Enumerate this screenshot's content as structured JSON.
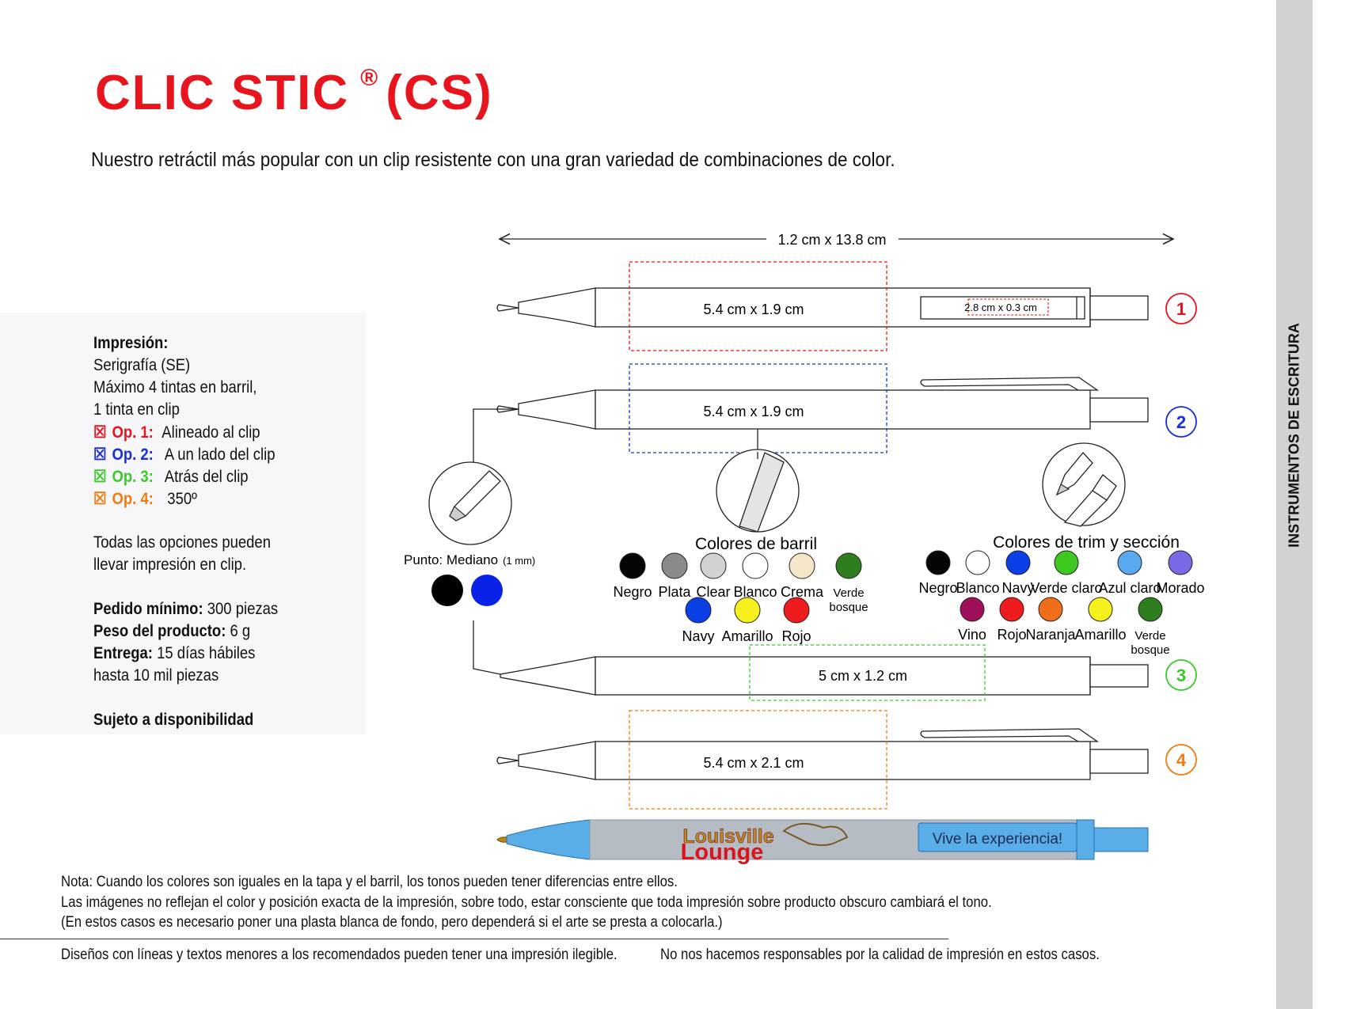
{
  "header": {
    "title_main": "CLIC STIC",
    "title_reg": "®",
    "title_code": "(CS)",
    "subtitle": "Nuestro retráctil más popular con un clip resistente con una gran variedad de combinaciones de color."
  },
  "sidebar_label": "INSTRUMENTOS DE ESCRITURA",
  "info": {
    "impresion_label": "Impresión:",
    "method": "Serigrafía (SE)",
    "max_inks": "Máximo 4 tintas en barril,",
    "clip_ink": "1 tinta en clip",
    "box_glyph": "☒",
    "options": [
      {
        "label": "Op. 1:",
        "text": "Alineado al clip",
        "color": "#e8141e"
      },
      {
        "label": "Op. 2:",
        "text": "A un lado del clip",
        "color": "#1a2fd6"
      },
      {
        "label": "Op. 3:",
        "text": "Atrás del clip",
        "color": "#3cc92a"
      },
      {
        "label": "Op. 4:",
        "text": "350º",
        "color": "#f07c14"
      }
    ],
    "all_options_1": "Todas las opciones pueden",
    "all_options_2": "llevar impresión en clip.",
    "min_order_label": "Pedido mínimo:",
    "min_order_value": "300 piezas",
    "weight_label": "Peso del producto:",
    "weight_value": "6 g",
    "delivery_label": "Entrega:",
    "delivery_value": "15 días hábiles",
    "delivery_cont": "hasta 10 mil piezas",
    "availability": "Sujeto a disponibilidad"
  },
  "diagram": {
    "overall_size": "1.2 cm x 13.8 cm",
    "pens": [
      {
        "number": "1",
        "area": "5.4 cm x 1.9 cm",
        "clip_area": "2.8 cm x 0.3 cm",
        "color": "#e8141e"
      },
      {
        "number": "2",
        "area": "5.4 cm x 1.9 cm",
        "color": "#1a2fd6"
      },
      {
        "number": "3",
        "area": "5 cm x 1.2 cm",
        "color": "#3cc92a"
      },
      {
        "number": "4",
        "area": "5.4 cm x 2.1 cm",
        "color": "#f07c14"
      }
    ],
    "point": {
      "label": "Punto: Mediano",
      "size": "(1 mm)",
      "inks": [
        {
          "color": "#000000"
        },
        {
          "color": "#0a22e6"
        }
      ]
    },
    "barrel": {
      "title": "Colores de barril",
      "colors": [
        {
          "name": "Negro",
          "color": "#050505"
        },
        {
          "name": "Plata",
          "color": "#8a8a8a"
        },
        {
          "name": "Clear",
          "color": "#d2d2d2"
        },
        {
          "name": "Blanco",
          "color": "#ffffff"
        },
        {
          "name": "Crema",
          "color": "#f5e6c8"
        },
        {
          "name": "Verde bosque",
          "color": "#2e7d1e"
        },
        {
          "name": "Navy",
          "color": "#0a40e6"
        },
        {
          "name": "Amarillo",
          "color": "#f5f01e"
        },
        {
          "name": "Rojo",
          "color": "#ee1c1c"
        }
      ]
    },
    "trim": {
      "title": "Colores de trim y sección",
      "colors": [
        {
          "name": "Negro",
          "color": "#050505"
        },
        {
          "name": "Blanco",
          "color": "#ffffff"
        },
        {
          "name": "Navy",
          "color": "#0a40e6"
        },
        {
          "name": "Verde claro",
          "color": "#3cc81e"
        },
        {
          "name": "Azul claro",
          "color": "#5aa8ee"
        },
        {
          "name": "Morado",
          "color": "#7a6ae6"
        },
        {
          "name": "Vino",
          "color": "#a0105a"
        },
        {
          "name": "Rojo",
          "color": "#ee1c1c"
        },
        {
          "name": "Naranja",
          "color": "#f06e1a"
        },
        {
          "name": "Amarillo",
          "color": "#f5f01e"
        },
        {
          "name": "Verde bosque",
          "color": "#2e7d1e"
        }
      ]
    },
    "sample_pen": {
      "brand_line1": "Louisville",
      "brand_line2": "Lounge",
      "slogan": "Vive la experiencia!",
      "body_color": "#5aaee8",
      "barrel_color": "#b6bcc3"
    }
  },
  "notes": {
    "line1": "Nota: Cuando los colores son iguales en la tapa y el barril, los tonos pueden tener diferencias entre ellos.",
    "line2": "Las imágenes no reflejan el color y posición exacta de la impresión, sobre todo, estar consciente que toda impresión sobre producto obscuro cambiará el tono.",
    "line3": "(En estos casos es necesario poner una plasta blanca de fondo, pero dependerá si el arte se presta a colocarla.)",
    "footer_left": "Diseños con líneas y textos menores a los recomendados pueden tener una impresión ilegible.",
    "footer_right": "No nos hacemos responsables por la calidad de impresión en estos casos."
  }
}
